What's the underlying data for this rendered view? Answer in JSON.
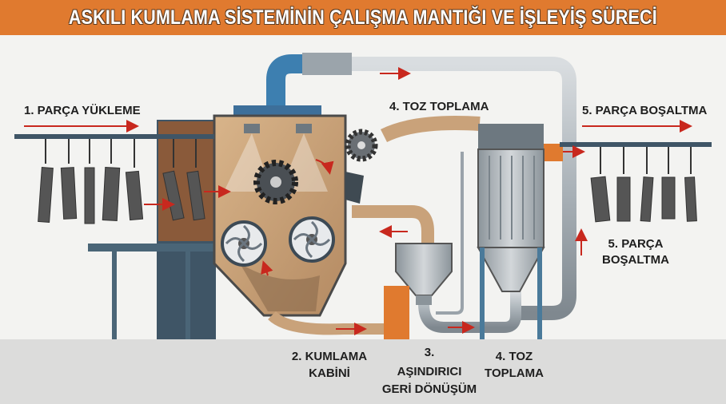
{
  "title": "ASKILI KUMLAMA SİSTEMİNİN ÇALIŞMA MANTIĞI VE İŞLEYİŞ SÜRECİ",
  "labels": {
    "loading": "1. PARÇA YÜKLEME",
    "dust_top": "4. TOZ TOPLAMA",
    "unloading_top": "5. PARÇA BOŞALTMA",
    "unloading_side_1": "5. PARÇA",
    "unloading_side_2": "BOŞALTMA",
    "cabin_1": "2. KUMLAMA",
    "cabin_2": "KABİNİ",
    "recycle_1": "3.",
    "recycle_2": "AŞINDIRICI",
    "recycle_3": "GERİ DÖNÜŞÜM",
    "dust_bottom_1": "4. TOZ",
    "dust_bottom_2": "TOPLAMA"
  },
  "colors": {
    "accent": "#e07a2f",
    "arrow": "#c8281e",
    "cabinet": "#c9a27a",
    "steel": "#9aa3aa",
    "frame": "#3f5566"
  }
}
